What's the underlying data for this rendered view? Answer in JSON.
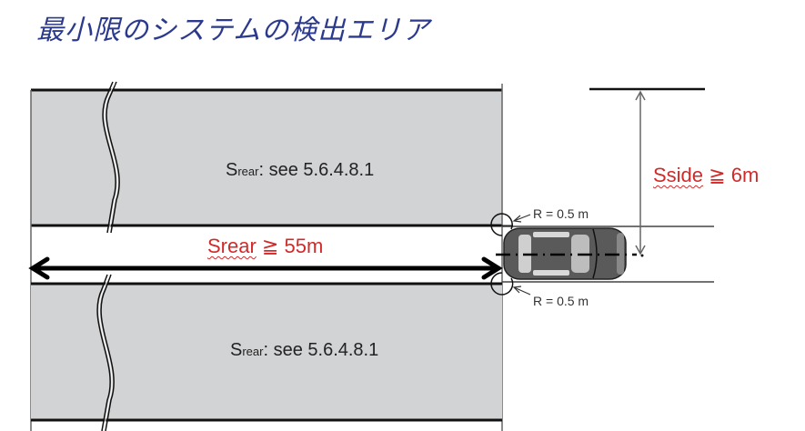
{
  "title": "最小限のシステムの検出エリア",
  "zones": {
    "upper": {
      "label_main": "S",
      "label_sub": "rear",
      "label_rest": ": see 5.6.4.8.1"
    },
    "lower": {
      "label_main": "S",
      "label_sub": "rear",
      "label_rest": ": see 5.6.4.8.1"
    }
  },
  "dimensions": {
    "rear": {
      "symbol": "Srear",
      "operator": "≧",
      "value": "55m"
    },
    "side": {
      "symbol": "Sside",
      "operator": "≧",
      "value": "6m"
    }
  },
  "radius_labels": {
    "top": "R = 0.5 m",
    "bottom": "R = 0.5 m"
  },
  "colors": {
    "title": "#2b3a8c",
    "zone_fill": "#d2d3d5",
    "dimension_text": "#d12a2a",
    "lines": "#111111",
    "car": "#5a5a5a"
  }
}
